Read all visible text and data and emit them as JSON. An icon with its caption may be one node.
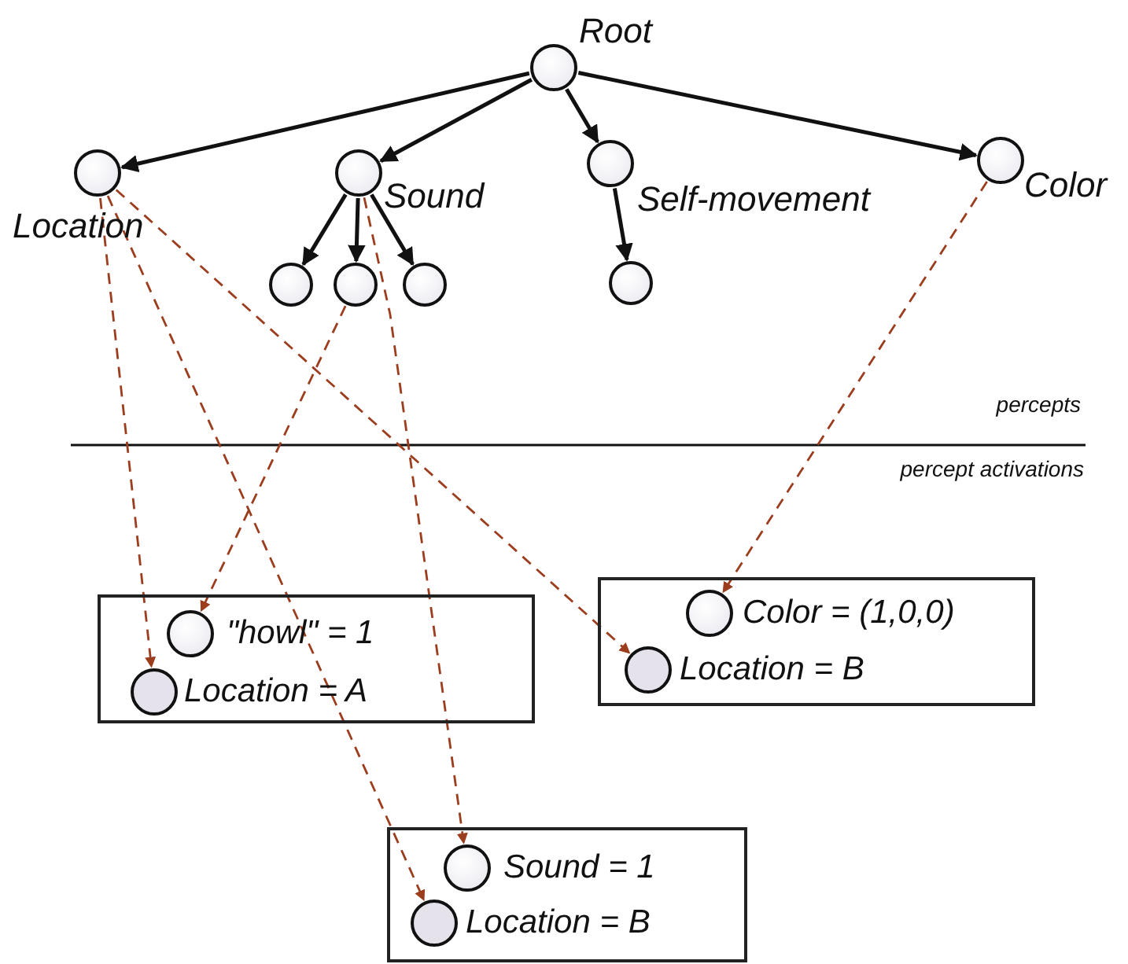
{
  "diagram": {
    "nodes": [
      {
        "text": [],
        "shape": "circle",
        "beside": [
          "Root"
        ]
      },
      {
        "text": [],
        "shape": "circle",
        "beside": [
          "Location"
        ]
      },
      {
        "text": [],
        "shape": "circle",
        "beside": [
          "Sound"
        ]
      },
      {
        "text": [],
        "shape": "circle",
        "beside": [
          "Self-movement"
        ]
      },
      {
        "text": [],
        "shape": "circle",
        "beside": [
          "Color"
        ]
      },
      {
        "text": [],
        "shape": "circle"
      },
      {
        "text": [],
        "shape": "circle"
      },
      {
        "text": [],
        "shape": "circle"
      },
      {
        "text": [],
        "shape": "circle"
      },
      {
        "text": [],
        "shape": "box"
      },
      {
        "text": [],
        "shape": "circle",
        "in": 9,
        "beside": [
          "*\"howl\"* = 1"
        ]
      },
      {
        "text": [],
        "shape": "circle",
        "in": 9,
        "beside": [
          "*Location* = A"
        ]
      },
      {
        "text": [],
        "shape": "box"
      },
      {
        "text": [],
        "shape": "circle",
        "in": 12,
        "beside": [
          "*Color* = (1,0,0)"
        ]
      },
      {
        "text": [],
        "shape": "circle",
        "in": 12,
        "beside": [
          "*Location* = B"
        ]
      },
      {
        "text": [],
        "shape": "box"
      },
      {
        "text": [],
        "shape": "circle",
        "in": 15,
        "beside": [
          "*Sound* =  1"
        ]
      },
      {
        "text": [],
        "shape": "circle",
        "in": 15,
        "beside": [
          "*Location* =  B"
        ]
      }
    ],
    "edges": [
      {
        "from": 0,
        "to": 1,
        "arrow": "to"
      },
      {
        "from": 0,
        "to": 2,
        "arrow": "to"
      },
      {
        "from": 0,
        "to": 3,
        "arrow": "to"
      },
      {
        "from": 0,
        "to": 4,
        "arrow": "to"
      },
      {
        "from": 2,
        "to": 5,
        "arrow": "to"
      },
      {
        "from": 2,
        "to": 6,
        "arrow": "to"
      },
      {
        "from": 2,
        "to": 7,
        "arrow": "to"
      },
      {
        "from": 3,
        "to": 8,
        "arrow": "to"
      },
      {
        "from": 1,
        "to": 11,
        "arrow": "to",
        "style": "dashed",
        "color": "#9c3d1e"
      },
      {
        "from": 1,
        "to": 17,
        "arrow": "to",
        "style": "dashed",
        "color": "#9c3d1e"
      },
      {
        "from": 1,
        "to": 14,
        "arrow": "to",
        "style": "dashed",
        "color": "#9c3d1e"
      },
      {
        "from": 6,
        "to": 10,
        "arrow": "to",
        "style": "dashed",
        "color": "#9c3d1e"
      },
      {
        "from": 2,
        "to": 16,
        "arrow": "to",
        "style": "dashed",
        "color": "#9c3d1e"
      },
      {
        "from": 4,
        "to": 13,
        "arrow": "to",
        "style": "dashed",
        "color": "#9c3d1e"
      }
    ],
    "labels": [
      "percepts",
      "percept activations"
    ]
  }
}
